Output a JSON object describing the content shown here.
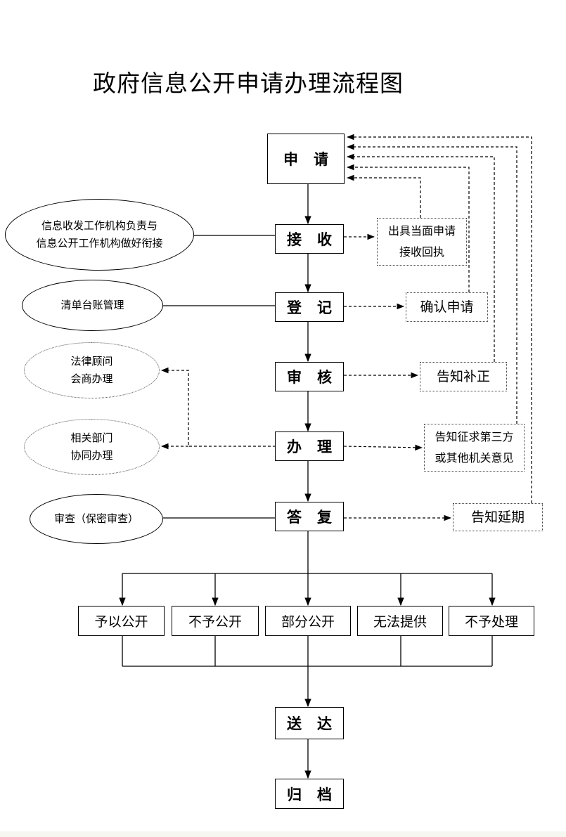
{
  "title": "政府信息公开申请办理流程图",
  "steps": {
    "apply": "申请",
    "receive": "接收",
    "register": "登记",
    "review": "审核",
    "handle": "办理",
    "reply": "答复",
    "deliver": "送达",
    "archive": "归档"
  },
  "side_boxes": {
    "receipt": [
      "出具当面申请",
      "接收回执"
    ],
    "confirm": "确认申请",
    "correction": "告知补正",
    "third_party": [
      "告知征求第三方",
      "或其他机关意见"
    ],
    "extension": "告知延期"
  },
  "ellipses": {
    "receive_note": [
      "信息收发工作机构负责与",
      "信息公开工作机构做好衔接"
    ],
    "register_note": "清单台账管理",
    "legal": [
      "法律顾问",
      "会商办理"
    ],
    "departments": [
      "相关部门",
      "协同办理"
    ],
    "review_note": "审查（保密审查）"
  },
  "outcomes": [
    "予以公开",
    "不予公开",
    "部分公开",
    "无法提供",
    "不予处理"
  ]
}
